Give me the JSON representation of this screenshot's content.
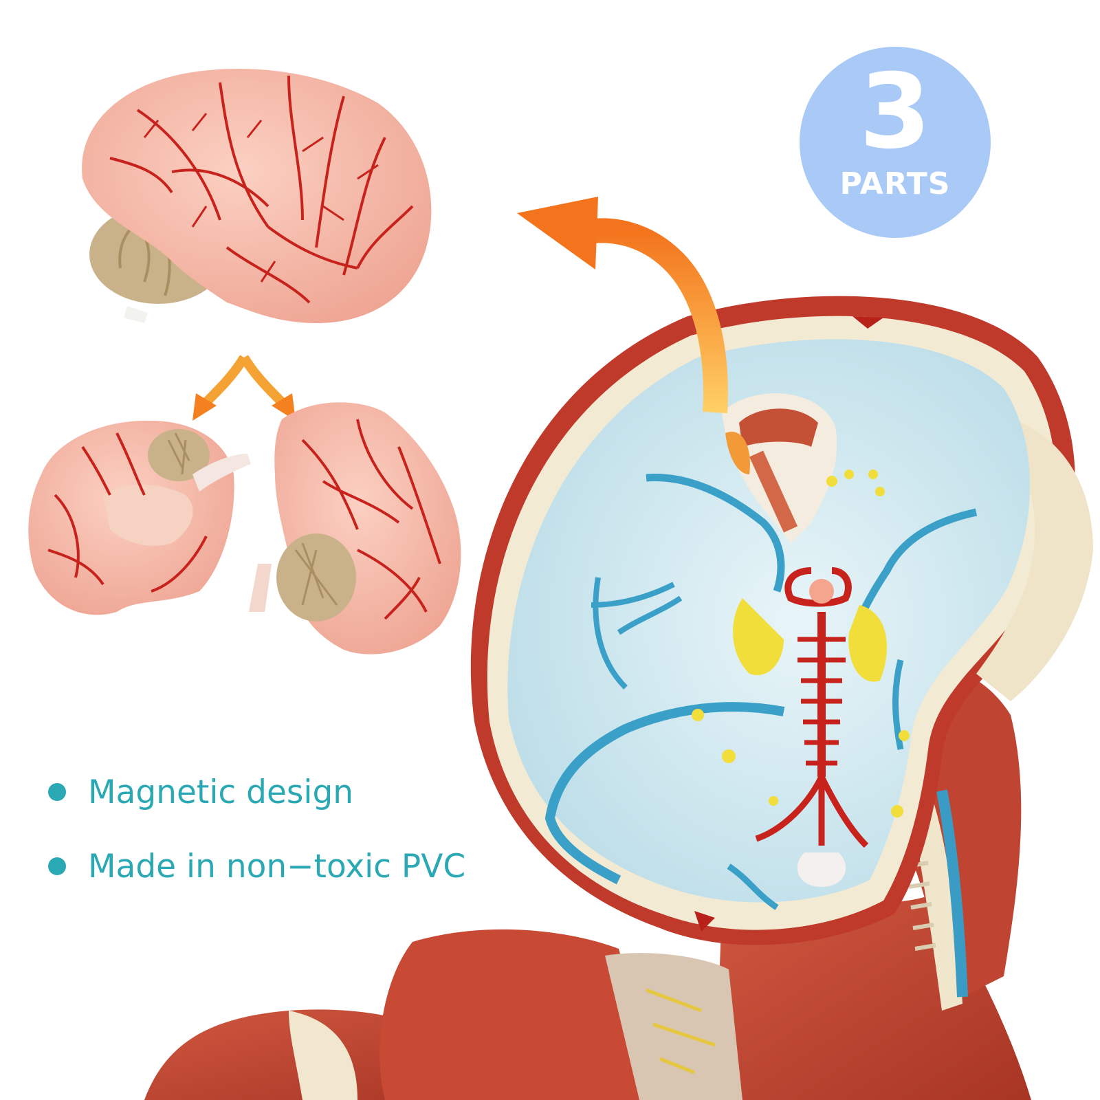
{
  "badge": {
    "number": "3",
    "label": "PARTS"
  },
  "features": [
    {
      "text": "Magnetic design"
    },
    {
      "text": "Made in non−toxic PVC"
    }
  ],
  "colors": {
    "accent": "#2aa9b4",
    "badge": "#a9c9f6",
    "arrow_start": "#ffc35a",
    "arrow_end": "#f47a1f",
    "brain": "#f6b6a4",
    "vessel": "#c7221c",
    "cerebellum": "#c9b28a",
    "skull_inner": "#cfe8ef",
    "muscle": "#c2452f",
    "vein": "#3aa0c8",
    "nerve": "#f1de3a"
  }
}
